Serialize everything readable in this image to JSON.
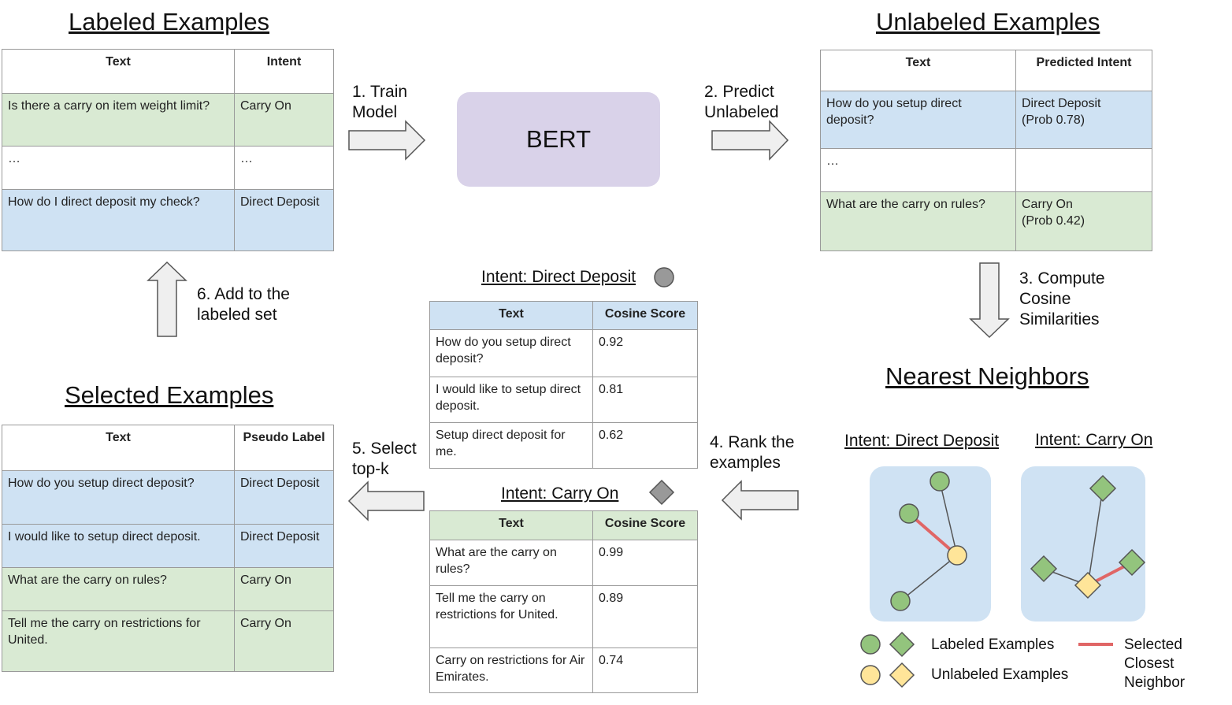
{
  "labeled": {
    "title": "Labeled Examples",
    "headers": [
      "Text",
      "Intent"
    ],
    "rows": [
      {
        "text": "Is there a carry on item weight limit?",
        "label": "Carry On"
      },
      {
        "text": "…",
        "label": "…"
      },
      {
        "text": "How do I direct deposit my check?",
        "label": "Direct Deposit"
      }
    ]
  },
  "unlabeled": {
    "title": "Unlabeled Examples",
    "headers": [
      "Text",
      "Predicted Intent"
    ],
    "rows": [
      {
        "text": "How do you setup direct deposit?",
        "label": "Direct Deposit\n(Prob 0.78)"
      },
      {
        "text": "…",
        "label": ""
      },
      {
        "text": "What are the carry on rules?",
        "label": "Carry On\n(Prob 0.42)"
      }
    ]
  },
  "selected": {
    "title": "Selected Examples",
    "headers": [
      "Text",
      "Pseudo Label"
    ],
    "rows": [
      {
        "text": "How do you setup direct deposit?",
        "label": "Direct Deposit"
      },
      {
        "text": "I would like to setup direct deposit.",
        "label": "Direct Deposit"
      },
      {
        "text": "What are the carry on rules?",
        "label": "Carry On"
      },
      {
        "text": "Tell me the carry on restrictions for United.",
        "label": "Carry On"
      }
    ]
  },
  "rank_dd": {
    "title": "Intent: Direct Deposit",
    "headers": [
      "Text",
      "Cosine Score"
    ],
    "rows": [
      {
        "text": "How do you setup direct deposit?",
        "score": "0.92"
      },
      {
        "text": "I would like to setup direct deposit.",
        "score": "0.81"
      },
      {
        "text": "Setup direct deposit for me.",
        "score": "0.62"
      }
    ]
  },
  "rank_co": {
    "title": "Intent: Carry On",
    "headers": [
      "Text",
      "Cosine Score"
    ],
    "rows": [
      {
        "text": "What are the carry on rules?",
        "score": "0.99"
      },
      {
        "text": "Tell me the carry on restrictions for United.",
        "score": "0.89"
      },
      {
        "text": "Carry on restrictions for Air Emirates.",
        "score": "0.74"
      }
    ]
  },
  "model": {
    "label": "BERT"
  },
  "steps": {
    "train": "1. Train\nModel",
    "predict": "2. Predict\nUnlabeled",
    "cosine": "3. Compute\nCosine\nSimilarities",
    "rank": "4. Rank the\nexamples",
    "select": "5. Select\ntop-k",
    "add": "6. Add to the\nlabeled set"
  },
  "neighbors": {
    "title": "Nearest Neighbors",
    "dd_title": "Intent: Direct Deposit",
    "co_title": "Intent: Carry On"
  },
  "legend": {
    "labeled": "Labeled Examples",
    "unlabeled": "Unlabeled Examples",
    "selected": "Selected\nClosest\nNeighbor"
  },
  "colors": {
    "green_row": "#d9ead3",
    "blue_row": "#cfe2f3",
    "bert_bg": "#d9d2e9",
    "labeled_point": "#93c47d",
    "unlabeled_point": "#ffe599",
    "selected_edge": "#e06666",
    "cluster_bg": "#cfe2f3",
    "arrow_fill": "#efefef"
  },
  "icons": [
    "block-arrow-right-icon",
    "block-arrow-left-icon",
    "block-arrow-up-icon",
    "block-arrow-down-icon",
    "circle-marker-icon",
    "diamond-marker-icon"
  ]
}
